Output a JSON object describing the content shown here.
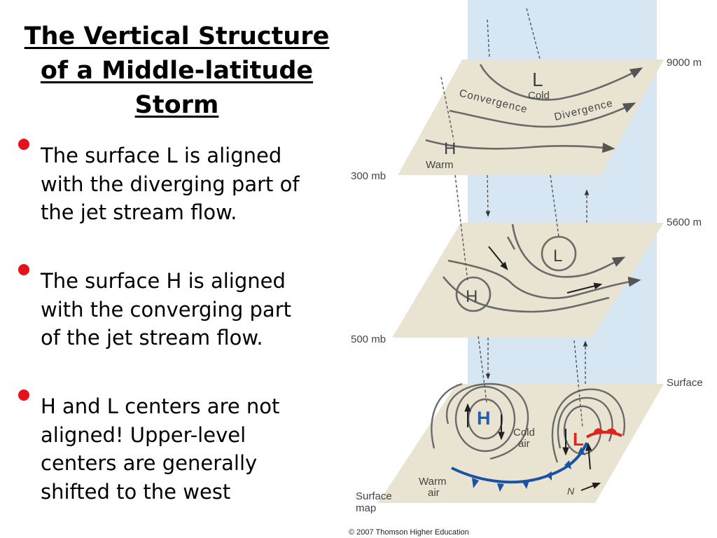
{
  "slide": {
    "title_lines": [
      "The Vertical Structure",
      "of a  Middle-latitude",
      "Storm"
    ],
    "bullets": [
      {
        "lines": [
          "The surface L is aligned",
          "with the diverging part of",
          "the jet stream flow."
        ]
      },
      {
        "lines": [
          "The surface H is aligned",
          "with the converging part",
          "of the jet stream flow."
        ]
      },
      {
        "lines": [
          "H and L centers are not",
          "aligned! Upper-level",
          "centers are generally",
          "shifted to the west"
        ]
      }
    ]
  },
  "diagram": {
    "levels": {
      "top": {
        "height_label": "9000 m",
        "pressure_label": "300 mb"
      },
      "middle": {
        "height_label": "5600 m",
        "pressure_label": "500 mb"
      },
      "bottom": {
        "height_label": "Surface",
        "map_label_line1": "Surface",
        "map_label_line2": "map"
      }
    },
    "top_plate": {
      "low_symbol": "L",
      "low_desc": "Cold",
      "high_symbol": "H",
      "high_desc": "Warm",
      "convergence_label": "Convergence",
      "divergence_label": "Divergence"
    },
    "middle_plate": {
      "low_symbol": "L",
      "high_symbol": "H"
    },
    "surface_plate": {
      "high_symbol": "H",
      "low_symbol": "L",
      "cold_air_line1": "Cold",
      "cold_air_line2": "air",
      "warm_air_line1": "Warm",
      "warm_air_line2": "air",
      "north_label": "N"
    },
    "copyright": "© 2007 Thomson Higher Education",
    "colors": {
      "column_blue": "#d6e6f2",
      "plate_tan": "#e9e3d2",
      "stream_gray": "#6a6a6a",
      "high_blue": "#1f5fb0",
      "low_red": "#e0231c",
      "cold_front_blue": "#1a52a6",
      "bullet_red": "#e8101a"
    }
  }
}
